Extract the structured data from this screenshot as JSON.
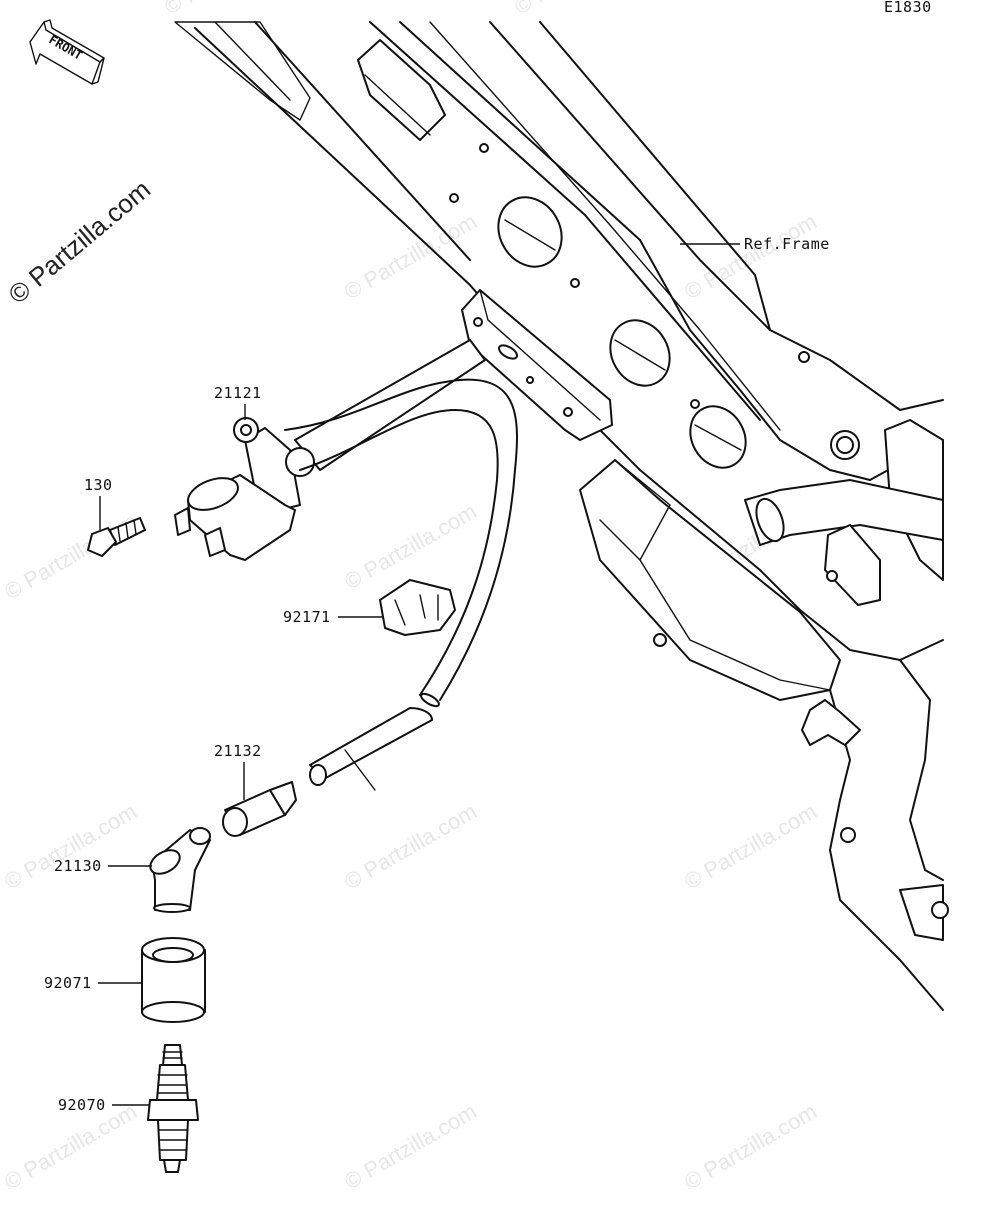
{
  "diagram": {
    "code": "E1830",
    "front_label": "FRONT",
    "watermark_main": "© Partzilla.com",
    "watermark_text": "© Partzilla.com",
    "reference_label": "Ref.Frame",
    "parts": [
      {
        "number": "21121"
      },
      {
        "number": "130"
      },
      {
        "number": "92171"
      },
      {
        "number": "21132"
      },
      {
        "number": "21130"
      },
      {
        "number": "92071"
      },
      {
        "number": "92070"
      }
    ]
  }
}
